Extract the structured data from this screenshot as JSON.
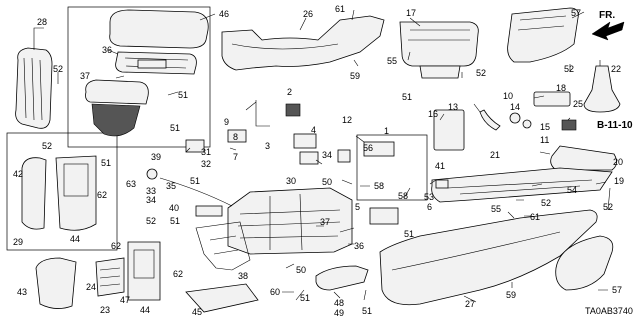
{
  "diagram": {
    "ref_code": "B-11-10",
    "direction_label": "FR.",
    "catalog_code": "TA0AB3740",
    "callouts": [
      {
        "id": "c28",
        "text": "28"
      },
      {
        "id": "c52a",
        "text": "52"
      },
      {
        "id": "c46",
        "text": "46"
      },
      {
        "id": "c36a",
        "text": "36"
      },
      {
        "id": "c37a",
        "text": "37"
      },
      {
        "id": "c51a",
        "text": "51"
      },
      {
        "id": "c26",
        "text": "26"
      },
      {
        "id": "c61a",
        "text": "61"
      },
      {
        "id": "c59a",
        "text": "59"
      },
      {
        "id": "c17",
        "text": "17"
      },
      {
        "id": "c55a",
        "text": "55"
      },
      {
        "id": "c52b",
        "text": "52"
      },
      {
        "id": "c51b",
        "text": "51"
      },
      {
        "id": "c57a",
        "text": "57"
      },
      {
        "id": "c52c",
        "text": "52"
      },
      {
        "id": "c18",
        "text": "18"
      },
      {
        "id": "c22",
        "text": "22"
      },
      {
        "id": "c10",
        "text": "10"
      },
      {
        "id": "c25",
        "text": "25"
      },
      {
        "id": "c13",
        "text": "13"
      },
      {
        "id": "c16",
        "text": "16"
      },
      {
        "id": "c14",
        "text": "14"
      },
      {
        "id": "c15",
        "text": "15"
      },
      {
        "id": "c11",
        "text": "11"
      },
      {
        "id": "c20",
        "text": "20"
      },
      {
        "id": "c1",
        "text": "1"
      },
      {
        "id": "c56",
        "text": "56"
      },
      {
        "id": "c21",
        "text": "21"
      },
      {
        "id": "c12",
        "text": "12"
      },
      {
        "id": "c34",
        "text": "34"
      },
      {
        "id": "c2",
        "text": "2"
      },
      {
        "id": "c4",
        "text": "4"
      },
      {
        "id": "c3",
        "text": "3"
      },
      {
        "id": "c9",
        "text": "9"
      },
      {
        "id": "c8",
        "text": "8"
      },
      {
        "id": "c7",
        "text": "7"
      },
      {
        "id": "c51c",
        "text": "51"
      },
      {
        "id": "c31",
        "text": "31"
      },
      {
        "id": "c32",
        "text": "32"
      },
      {
        "id": "c52d",
        "text": "52"
      },
      {
        "id": "c51d",
        "text": "51"
      },
      {
        "id": "c62a",
        "text": "62"
      },
      {
        "id": "c42",
        "text": "42"
      },
      {
        "id": "c44a",
        "text": "44"
      },
      {
        "id": "c29",
        "text": "29"
      },
      {
        "id": "c39",
        "text": "39"
      },
      {
        "id": "c63",
        "text": "63"
      },
      {
        "id": "c33",
        "text": "33"
      },
      {
        "id": "c34b",
        "text": "34"
      },
      {
        "id": "c35",
        "text": "35"
      },
      {
        "id": "c51e",
        "text": "51"
      },
      {
        "id": "c30",
        "text": "30"
      },
      {
        "id": "c50a",
        "text": "50"
      },
      {
        "id": "c58a",
        "text": "58"
      },
      {
        "id": "c58b",
        "text": "58"
      },
      {
        "id": "c5",
        "text": "5"
      },
      {
        "id": "c6",
        "text": "6"
      },
      {
        "id": "c41",
        "text": "41"
      },
      {
        "id": "c53",
        "text": "53"
      },
      {
        "id": "c40",
        "text": "40"
      },
      {
        "id": "c51f",
        "text": "51"
      },
      {
        "id": "c37b",
        "text": "37"
      },
      {
        "id": "c36b",
        "text": "36"
      },
      {
        "id": "c51g",
        "text": "51"
      },
      {
        "id": "c55b",
        "text": "55"
      },
      {
        "id": "c61b",
        "text": "61"
      },
      {
        "id": "c52e",
        "text": "52"
      },
      {
        "id": "c54",
        "text": "54"
      },
      {
        "id": "c19",
        "text": "19"
      },
      {
        "id": "c52f",
        "text": "52"
      },
      {
        "id": "c62b",
        "text": "62"
      },
      {
        "id": "c52g",
        "text": "52"
      },
      {
        "id": "c62c",
        "text": "62"
      },
      {
        "id": "c38",
        "text": "38"
      },
      {
        "id": "c50b",
        "text": "50"
      },
      {
        "id": "c60",
        "text": "60"
      },
      {
        "id": "c24",
        "text": "24"
      },
      {
        "id": "c23",
        "text": "23"
      },
      {
        "id": "c47",
        "text": "47"
      },
      {
        "id": "c43",
        "text": "43"
      },
      {
        "id": "c44b",
        "text": "44"
      },
      {
        "id": "c45",
        "text": "45"
      },
      {
        "id": "c51h",
        "text": "51"
      },
      {
        "id": "c48",
        "text": "48"
      },
      {
        "id": "c49",
        "text": "49"
      },
      {
        "id": "c51i",
        "text": "51"
      },
      {
        "id": "c27",
        "text": "27"
      },
      {
        "id": "c59b",
        "text": "59"
      },
      {
        "id": "c57b",
        "text": "57"
      }
    ]
  }
}
